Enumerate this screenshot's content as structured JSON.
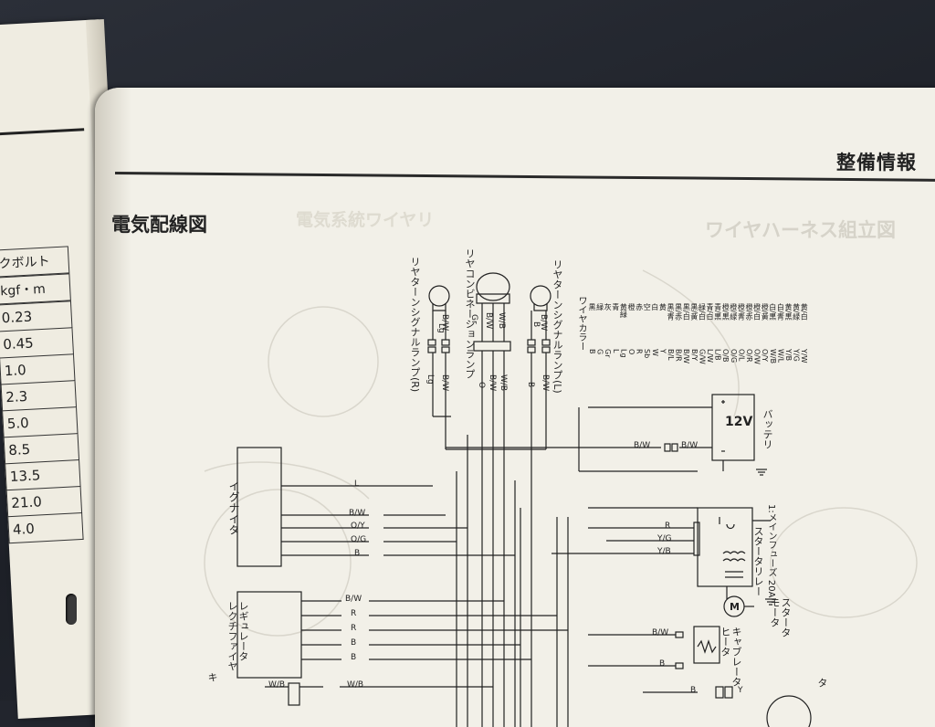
{
  "left_page": {
    "table_header_1": "クボルト",
    "table_header_2": "kgf・m",
    "torque_values": [
      "0.23",
      "0.45",
      "1.0",
      "2.3",
      "5.0",
      "8.5",
      "13.5",
      "21.0",
      "4.0"
    ]
  },
  "header": {
    "title": "整備情報"
  },
  "diagram": {
    "title": "電気配線図",
    "ghost_title_right": "ワイヤハーネス組立図",
    "ghost_title_center": "電気系統ワイヤリ",
    "components": {
      "turn_signal_r": "リヤターンシグナルランプ(R)",
      "combination_lamp": "リヤコンビネーションランプ",
      "turn_signal_l": "リヤターンシグナルランプ(L)",
      "igniter": "イグナイタ",
      "regulator": "レギュレータ\nレクチファイヤ",
      "battery": "バッテリ",
      "battery_voltage": "12V",
      "starter_relay": "スタータリレー",
      "main_fuse": "1:メインフューズ 20A",
      "starter_motor": "スタータ\nモータ",
      "carburetor_heater": "キャブレータ\nヒータ",
      "brake_partial": "キ",
      "lower_partial": "タ",
      "motor_symbol": "M"
    },
    "wire_labels": {
      "tsr": [
        "Lg",
        "B/W"
      ],
      "comb": [
        "O",
        "B/W",
        "W/B"
      ],
      "comb_top": [
        "Gr",
        "B/W",
        "W/B"
      ],
      "tsl": [
        "B",
        "B/W"
      ],
      "tsr_top": [
        "Lg",
        "B/W"
      ],
      "tsl_top": [
        "B",
        "B/W"
      ],
      "igniter": [
        "L",
        "B/W",
        "O/Y",
        "O/G",
        "B"
      ],
      "regulator": [
        "B/W",
        "R",
        "R",
        "B",
        "B"
      ],
      "battery": [
        "B/W",
        "B/W"
      ],
      "relay": [
        "R",
        "Y/G",
        "Y/B"
      ],
      "heater": [
        "B/W",
        "B"
      ],
      "bottom_left": [
        "W/B",
        "W/B"
      ],
      "bottom_right": [
        "B",
        "Y"
      ]
    },
    "legend": {
      "title": "ワイヤカラー",
      "codes": [
        "B",
        "G",
        "Gr",
        "L",
        "Lg",
        "O",
        "R",
        "Sb",
        "W",
        "Y",
        "B/L",
        "B/R",
        "B/W",
        "B/Y",
        "G/W",
        "L/W",
        "L/B",
        "O/B",
        "O/G",
        "O/L",
        "O/R",
        "O/W",
        "O/Y",
        "W/B",
        "W/L",
        "Y/B",
        "Y/G",
        "Y/W"
      ],
      "names": [
        "黒",
        "緑",
        "灰",
        "青",
        "黄緑",
        "橙",
        "赤",
        "空",
        "白",
        "黄",
        "黒/青",
        "黒/赤",
        "黒/白",
        "黒/黄",
        "緑/白",
        "青/白",
        "青/黒",
        "橙/黒",
        "橙/緑",
        "橙/青",
        "橙/赤",
        "橙/白",
        "橙/黄",
        "白/黒",
        "白/青",
        "黄/黒",
        "黄/緑",
        "黄/白"
      ]
    }
  }
}
